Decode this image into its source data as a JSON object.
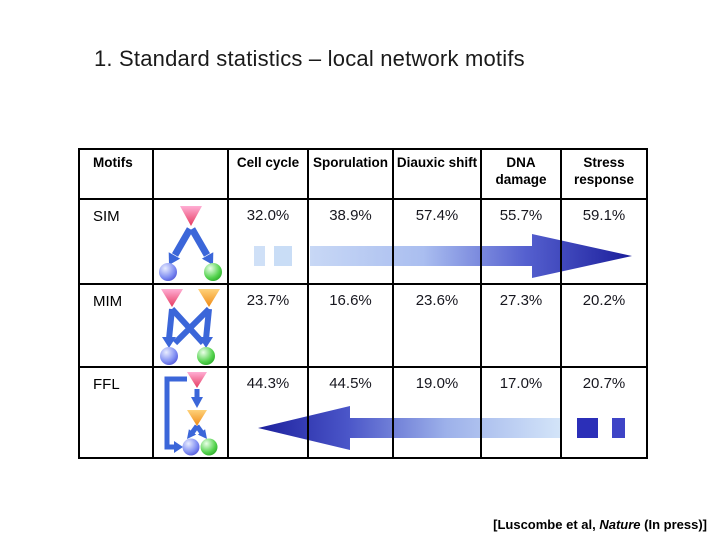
{
  "title": "1. Standard statistics – local network motifs",
  "table": {
    "headers": [
      "Motifs",
      "",
      "Cell cycle",
      "Sporulation",
      "Diauxic shift",
      "DNA damage",
      "Stress response"
    ],
    "rows": [
      {
        "label": "SIM",
        "motif_icon": "sim-motif-icon",
        "values": [
          "32.0%",
          "38.9%",
          "57.4%",
          "55.7%",
          "59.1%"
        ]
      },
      {
        "label": "MIM",
        "motif_icon": "mim-motif-icon",
        "values": [
          "23.7%",
          "16.6%",
          "23.6%",
          "27.3%",
          "20.2%"
        ]
      },
      {
        "label": "FFL",
        "motif_icon": "ffl-motif-icon",
        "values": [
          "44.3%",
          "44.5%",
          "19.0%",
          "17.0%",
          "20.7%"
        ]
      }
    ]
  },
  "graphics": {
    "sim_trend_arrow": {
      "icon": "right-gradient-arrow-icon",
      "direction": "right",
      "light": "#d7e5f8",
      "dark": "#1b1e9b"
    },
    "ffl_trend_arrow": {
      "icon": "left-gradient-arrow-icon",
      "direction": "left",
      "light": "#d5e6f9",
      "dark": "#1b1e9b"
    }
  },
  "colors": {
    "background": "#ffffff",
    "table_border": "#000000",
    "motif_edge_blue": "#3b66d9",
    "node_blue": "#5a60e8",
    "node_green": "#3bc43b",
    "regulator_pink": "#f2548c",
    "regulator_orange": "#f5991f",
    "arrow_square_dark": "#2b2fb8"
  },
  "footer": {
    "prefix": "[Luscombe et al, ",
    "journal": "Nature",
    "suffix": " (In press)]"
  }
}
